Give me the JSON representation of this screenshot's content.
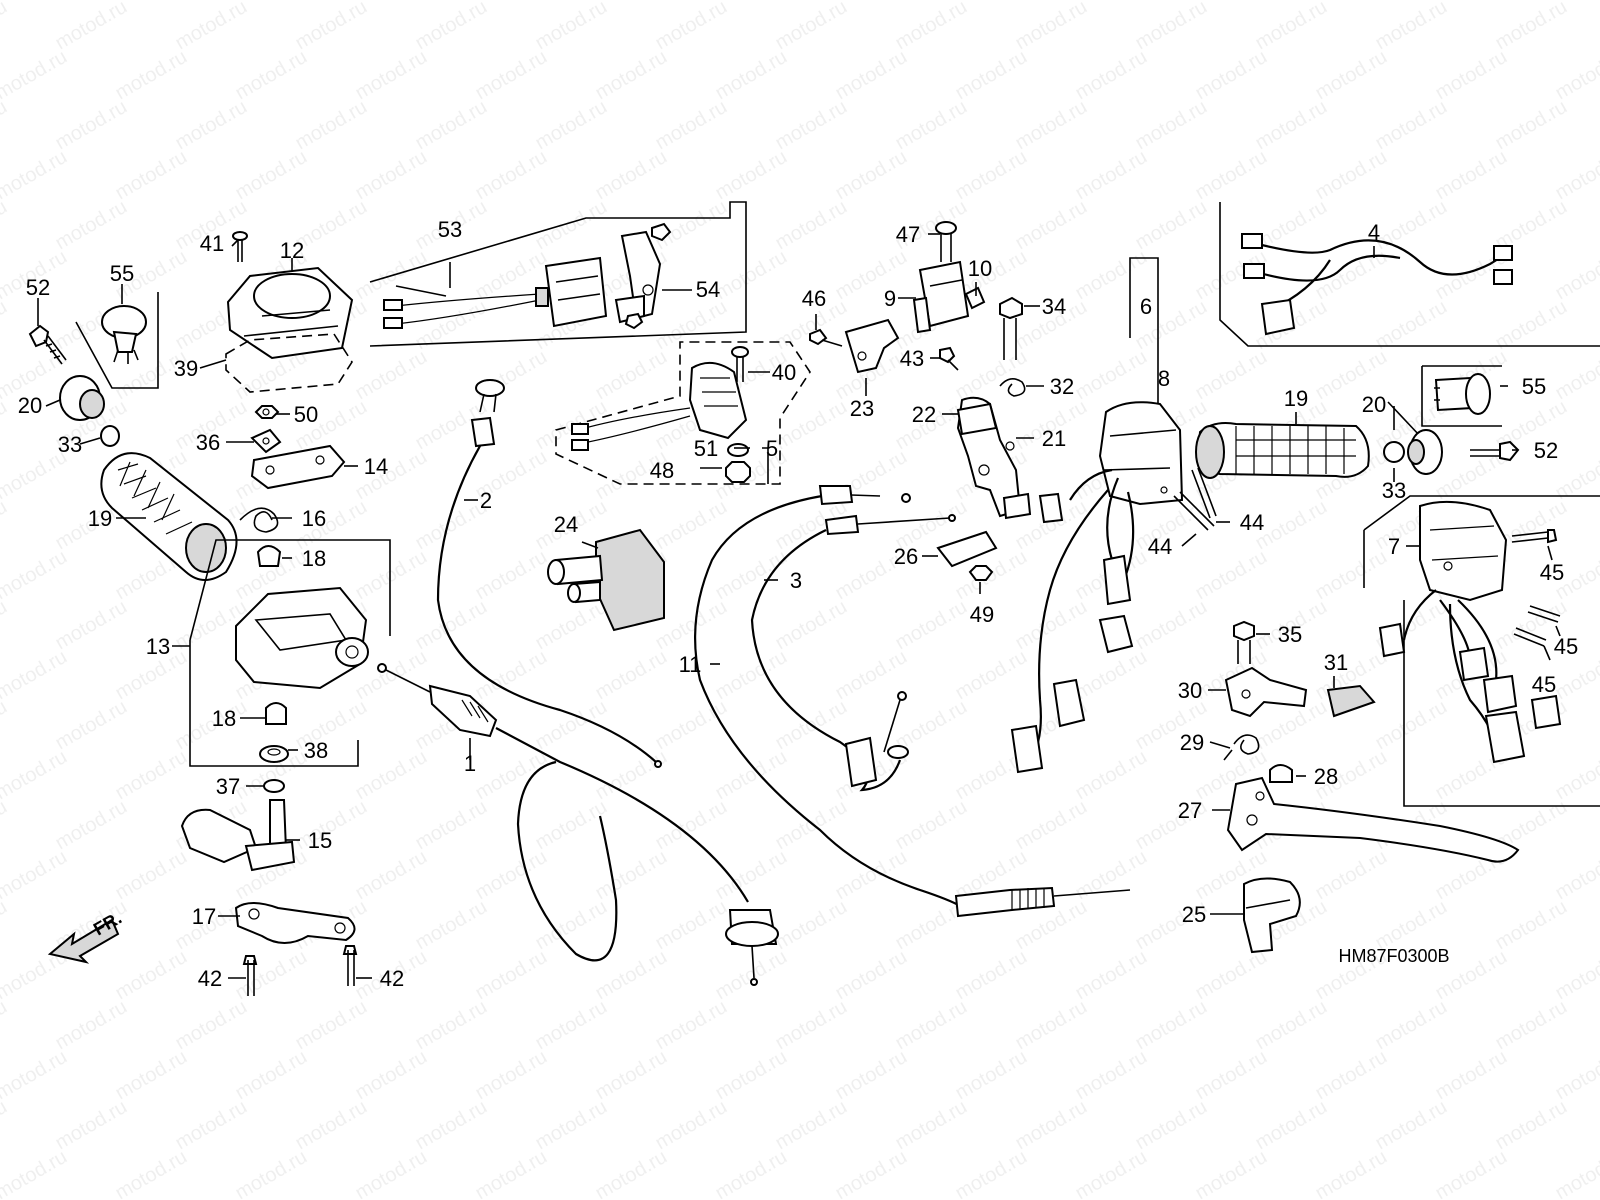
{
  "diagram": {
    "watermark": "motod.ru",
    "diagram_code": "HM87F0300B",
    "direction_label": "FR.",
    "callouts": [
      {
        "id": "53",
        "text": "53"
      },
      {
        "id": "54",
        "text": "54"
      },
      {
        "id": "52a",
        "text": "52"
      },
      {
        "id": "55a",
        "text": "55"
      },
      {
        "id": "41",
        "text": "41"
      },
      {
        "id": "12",
        "text": "12"
      },
      {
        "id": "39",
        "text": "39"
      },
      {
        "id": "20a",
        "text": "20"
      },
      {
        "id": "33a",
        "text": "33"
      },
      {
        "id": "50",
        "text": "50"
      },
      {
        "id": "36",
        "text": "36"
      },
      {
        "id": "14",
        "text": "14"
      },
      {
        "id": "19a",
        "text": "19"
      },
      {
        "id": "16",
        "text": "16"
      },
      {
        "id": "18a",
        "text": "18"
      },
      {
        "id": "13",
        "text": "13"
      },
      {
        "id": "18b",
        "text": "18"
      },
      {
        "id": "38",
        "text": "38"
      },
      {
        "id": "37",
        "text": "37"
      },
      {
        "id": "15",
        "text": "15"
      },
      {
        "id": "17",
        "text": "17"
      },
      {
        "id": "42a",
        "text": "42"
      },
      {
        "id": "42b",
        "text": "42"
      },
      {
        "id": "2",
        "text": "2"
      },
      {
        "id": "1",
        "text": "1"
      },
      {
        "id": "40",
        "text": "40"
      },
      {
        "id": "51",
        "text": "51"
      },
      {
        "id": "5",
        "text": "5"
      },
      {
        "id": "48",
        "text": "48"
      },
      {
        "id": "24",
        "text": "24"
      },
      {
        "id": "47",
        "text": "47"
      },
      {
        "id": "9",
        "text": "9"
      },
      {
        "id": "10",
        "text": "10"
      },
      {
        "id": "46",
        "text": "46"
      },
      {
        "id": "43",
        "text": "43"
      },
      {
        "id": "23",
        "text": "23"
      },
      {
        "id": "34",
        "text": "34"
      },
      {
        "id": "32",
        "text": "32"
      },
      {
        "id": "22",
        "text": "22"
      },
      {
        "id": "21",
        "text": "21"
      },
      {
        "id": "26",
        "text": "26"
      },
      {
        "id": "49",
        "text": "49"
      },
      {
        "id": "3",
        "text": "3"
      },
      {
        "id": "11",
        "text": "11"
      },
      {
        "id": "6",
        "text": "6"
      },
      {
        "id": "8",
        "text": "8"
      },
      {
        "id": "44a",
        "text": "44"
      },
      {
        "id": "44b",
        "text": "44"
      },
      {
        "id": "4",
        "text": "4"
      },
      {
        "id": "55b",
        "text": "55"
      },
      {
        "id": "19b",
        "text": "19"
      },
      {
        "id": "20b",
        "text": "20"
      },
      {
        "id": "52b",
        "text": "52"
      },
      {
        "id": "33b",
        "text": "33"
      },
      {
        "id": "7",
        "text": "7"
      },
      {
        "id": "45a",
        "text": "45"
      },
      {
        "id": "45b",
        "text": "45"
      },
      {
        "id": "45c",
        "text": "45"
      },
      {
        "id": "45d",
        "text": "45"
      },
      {
        "id": "35",
        "text": "35"
      },
      {
        "id": "31",
        "text": "31"
      },
      {
        "id": "30",
        "text": "30"
      },
      {
        "id": "29",
        "text": "29"
      },
      {
        "id": "28",
        "text": "28"
      },
      {
        "id": "27",
        "text": "27"
      },
      {
        "id": "25",
        "text": "25"
      }
    ]
  }
}
